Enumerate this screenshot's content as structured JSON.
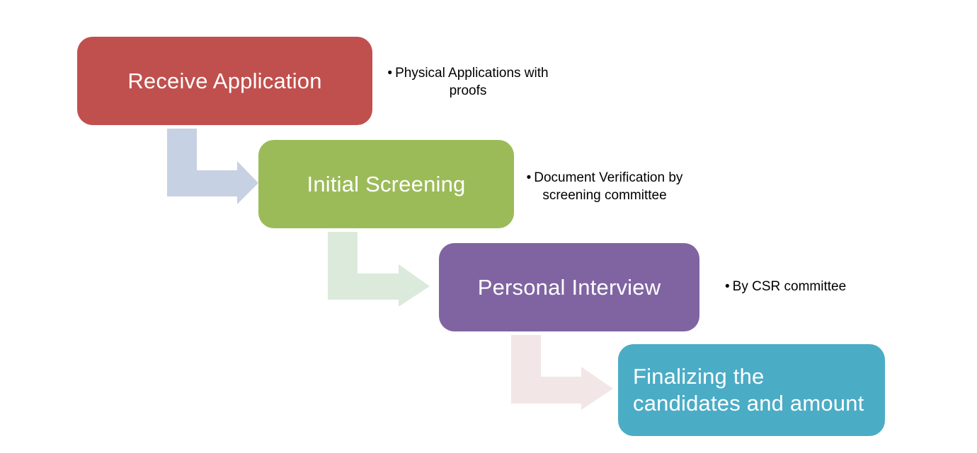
{
  "steps": [
    {
      "label": "Receive Application",
      "color": "#c0504d"
    },
    {
      "label": "Initial Screening",
      "color": "#9bbb59"
    },
    {
      "label": "Personal Interview",
      "color": "#8064a2"
    },
    {
      "label": "Finalizing the candidates and amount",
      "color": "#4bacc6"
    }
  ],
  "notes": [
    {
      "bullet": "•",
      "text": "Physical Applications with proofs"
    },
    {
      "bullet": "•",
      "text": "Document Verification by screening committee"
    },
    {
      "bullet": "•",
      "text": "By CSR committee"
    }
  ],
  "connector_colors": [
    "#c6d1e3",
    "#dbeadb",
    "#f3e6e6"
  ]
}
